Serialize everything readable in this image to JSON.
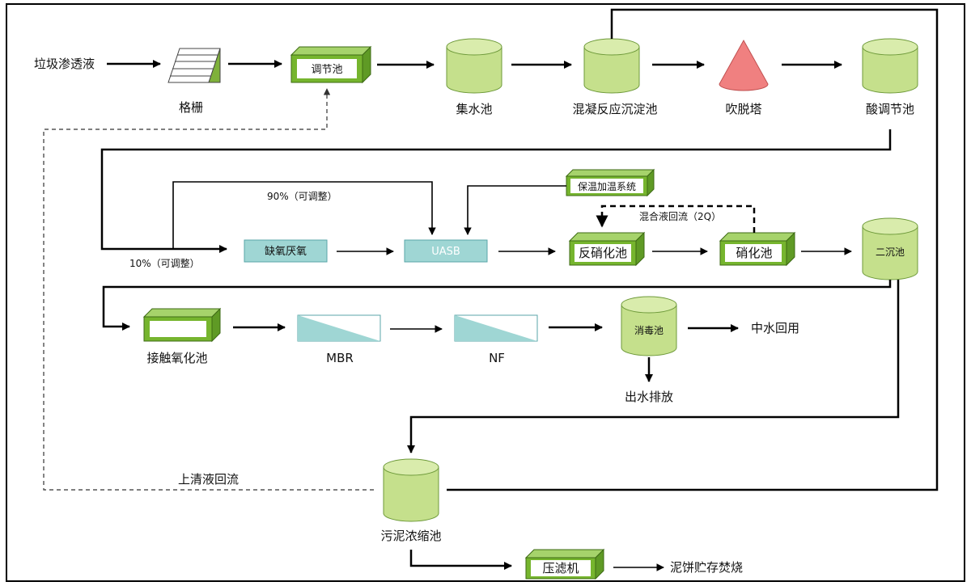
{
  "nodes": {
    "input": "垃圾渗透液",
    "screen": "格栅",
    "equalization": "调节池",
    "collection": "集水池",
    "coagulation": "混凝反应沉淀池",
    "stripping": "吹脱塔",
    "acid_adjust": "酸调节池",
    "anoxic_anaerobic": "缺氧厌氧",
    "uasb": "UASB",
    "heating": "保温加温系统",
    "denitrification": "反硝化池",
    "nitrification": "硝化池",
    "secondary_clarifier": "二沉池",
    "contact_oxidation": "接触氧化池",
    "mbr": "MBR",
    "nf": "NF",
    "disinfection": "消毒池",
    "reuse": "中水回用",
    "discharge": "出水排放",
    "sludge_thickener": "污泥浓缩池",
    "filter_press": "压滤机",
    "sludge_cake": "泥饼贮存焚烧"
  },
  "flow_labels": {
    "split_90": "90%（可调整）",
    "split_10": "10%（可调整）",
    "mixed_return": "混合液回流（2Q）",
    "supernatant_return": "上清液回流"
  },
  "colors": {
    "green_fill": "#c5e08c",
    "green_top": "#d9ecac",
    "green_dark": "#7fb13a",
    "green_frame": "#76b52e",
    "teal_fill": "#9fd6d4",
    "teal_dark": "#5aa6a8",
    "cone_fill": "#f08080"
  }
}
